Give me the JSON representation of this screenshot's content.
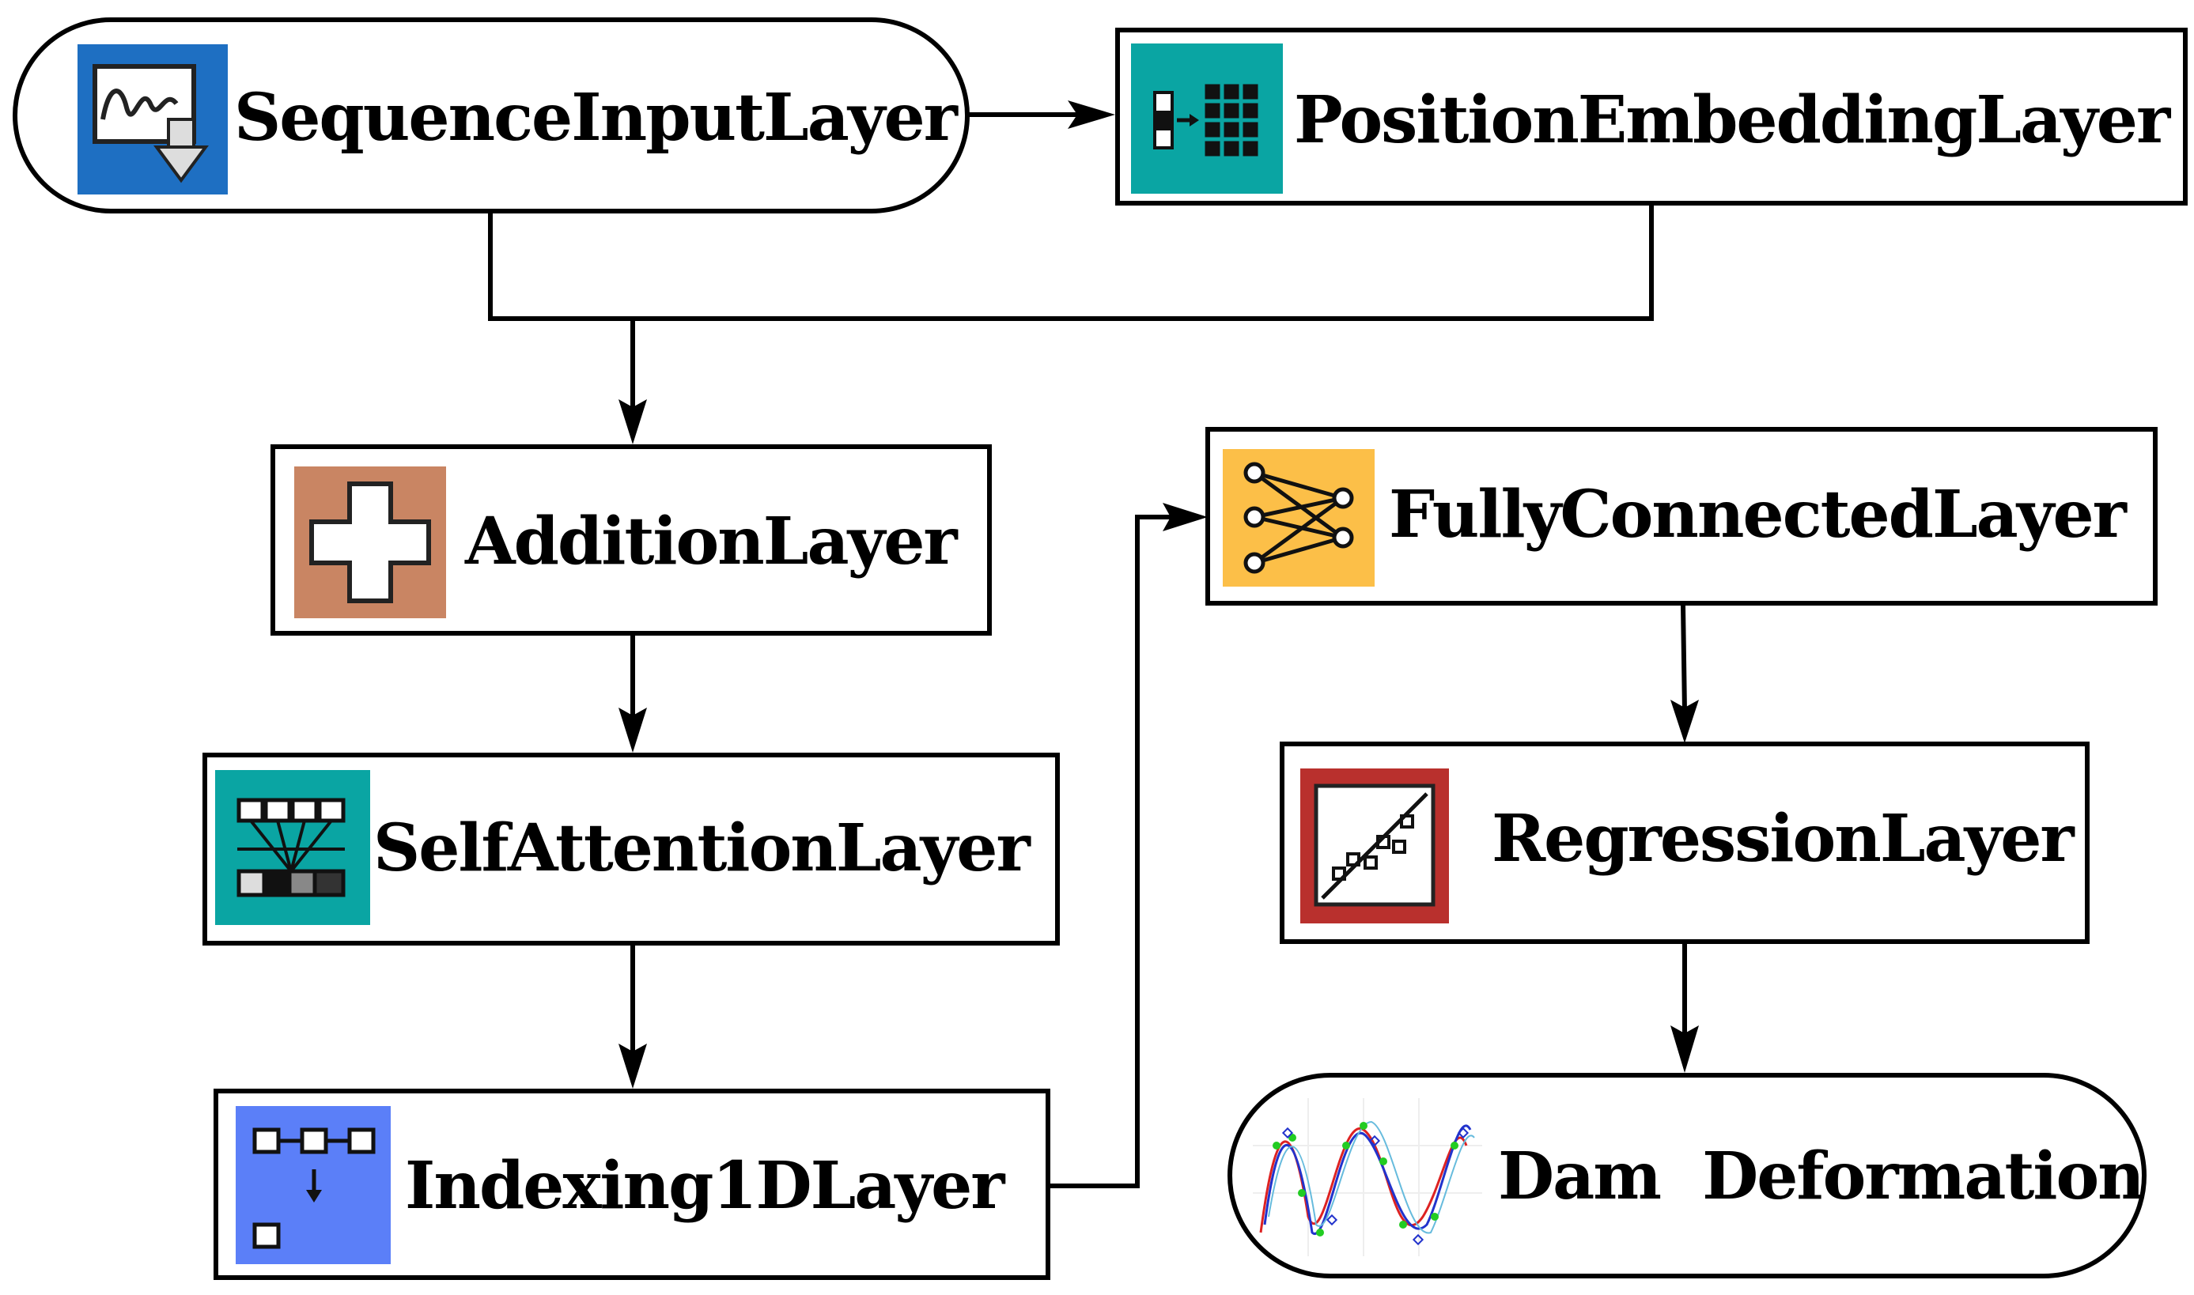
{
  "nodes": {
    "sequence_input": {
      "label": "SequenceInputLayer",
      "icon": "waveform-input-icon",
      "icon_color": "#1e6fc2"
    },
    "position_embedding": {
      "label": "PositionEmbeddingLayer",
      "icon": "embedding-grid-icon",
      "icon_color": "#0aa5a3"
    },
    "addition": {
      "label": "AdditionLayer",
      "icon": "plus-icon",
      "icon_color": "#c98563"
    },
    "self_attention": {
      "label": "SelfAttentionLayer",
      "icon": "attention-icon",
      "icon_color": "#0aa5a3"
    },
    "indexing": {
      "label": "Indexing1DLayer",
      "icon": "indexing-icon",
      "icon_color": "#5b7ff8"
    },
    "fully_connected": {
      "label": "FullyConnectedLayer",
      "icon": "network-icon",
      "icon_color": "#fcbf48"
    },
    "regression": {
      "label": "RegressionLayer",
      "icon": "regression-icon",
      "icon_color": "#b9302d"
    },
    "dam_deformation": {
      "label": "Dam  Deformation",
      "icon": "deformation-curve-icon"
    }
  }
}
